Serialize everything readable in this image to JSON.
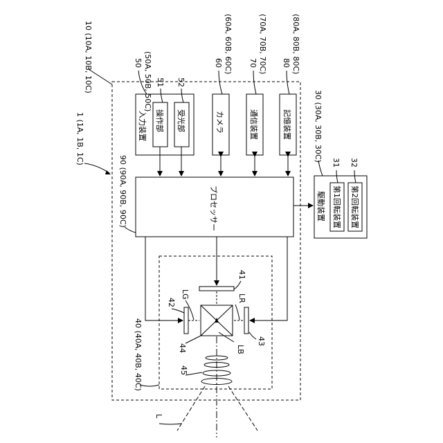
{
  "labels": {
    "system": "1 (1A, 1B, 1C)",
    "housing": "10 (10A, 10B, 10C)",
    "input_ref": "50",
    "input_ref_sub": "(50A, 50B, 50C)",
    "camera_ref": "60",
    "camera_ref_sub": "(60A, 60B, 60C)",
    "comm_ref": "70",
    "comm_ref_sub": "(70A, 70B, 70C)",
    "storage_ref": "80",
    "storage_ref_sub": "(80A, 80B, 80C)",
    "processor_ref": "90 (90A, 90B, 90C)",
    "drive_ref": "30 (30A, 30B, 30C)",
    "optics_ref": "40 (40A, 40B, 40C)",
    "n51": "51",
    "n52": "52",
    "n31": "31",
    "n32": "32",
    "n41": "41",
    "n42": "42",
    "n43": "43",
    "n44": "44",
    "n45": "45",
    "LG": "LG",
    "LR": "LR",
    "LB": "LB",
    "L": "L"
  },
  "boxes": {
    "input_device": "入力装置",
    "operation_unit": "操作部",
    "light_receiver": "受光部",
    "camera": "カメラ",
    "communication": "通信装置",
    "storage": "記憶装置",
    "processor": "プロセッサー",
    "drive_device": "駆動装置",
    "rotator1": "第1回転装置",
    "rotator2": "第2回転装置"
  }
}
